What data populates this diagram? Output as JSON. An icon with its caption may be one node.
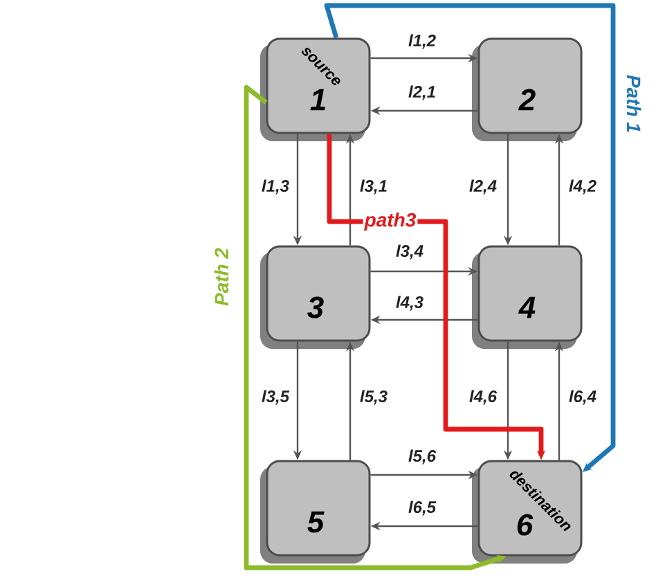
{
  "diagram": {
    "nodes": [
      {
        "text": [
          "source",
          "1"
        ]
      },
      {
        "text": [
          "2"
        ]
      },
      {
        "text": [
          "3"
        ]
      },
      {
        "text": [
          "4"
        ]
      },
      {
        "text": [
          "5"
        ]
      },
      {
        "text": [
          "destination",
          "6"
        ]
      }
    ],
    "edges": [
      {
        "from": 0,
        "to": 1,
        "arrow": "to",
        "label": "l1,2"
      },
      {
        "from": 1,
        "to": 0,
        "arrow": "to",
        "label": "l2,1"
      },
      {
        "from": 0,
        "to": 2,
        "arrow": "to",
        "label": "l1,3"
      },
      {
        "from": 2,
        "to": 0,
        "arrow": "to",
        "label": "l3,1"
      },
      {
        "from": 1,
        "to": 3,
        "arrow": "to",
        "label": "l2,4"
      },
      {
        "from": 3,
        "to": 1,
        "arrow": "to",
        "label": "l4,2"
      },
      {
        "from": 2,
        "to": 3,
        "arrow": "to",
        "label": "l3,4"
      },
      {
        "from": 3,
        "to": 2,
        "arrow": "to",
        "label": "l4,3"
      },
      {
        "from": 2,
        "to": 4,
        "arrow": "to",
        "label": "l3,5"
      },
      {
        "from": 4,
        "to": 2,
        "arrow": "to",
        "label": "l5,3"
      },
      {
        "from": 3,
        "to": 5,
        "arrow": "to",
        "label": "l4,6"
      },
      {
        "from": 5,
        "to": 3,
        "arrow": "to",
        "label": "l6,4"
      },
      {
        "from": 4,
        "to": 5,
        "arrow": "to",
        "label": "l5,6"
      },
      {
        "from": 5,
        "to": 4,
        "arrow": "to",
        "label": "l6,5"
      },
      {
        "from": 0,
        "to": 5,
        "arrow": "to",
        "label": "Path 1",
        "style": "thick",
        "color": "#1f78b4"
      },
      {
        "from": 0,
        "to": 5,
        "arrow": "to",
        "label": "Path 2",
        "style": "thick",
        "color": "#8dbb2a"
      },
      {
        "from": 0,
        "to": 5,
        "arrow": "to",
        "label": "path3",
        "style": "thick",
        "color": "#e31a1c"
      }
    ]
  }
}
